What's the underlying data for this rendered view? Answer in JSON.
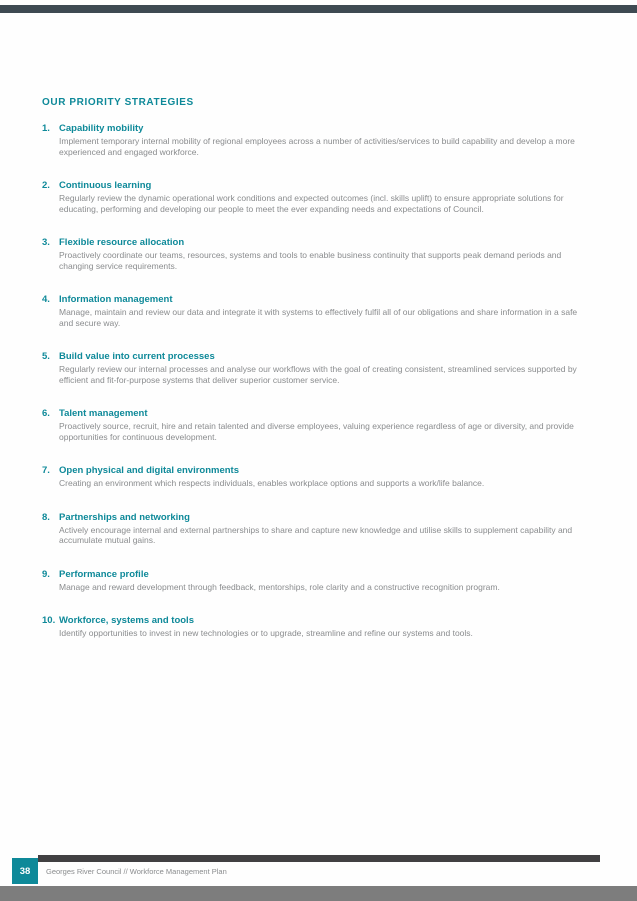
{
  "title": "OUR PRIORITY STRATEGIES",
  "items": [
    {
      "num": "1.",
      "heading": "Capability mobility",
      "body": "Implement temporary internal mobility of regional employees across a number of activities/services to build capability and develop a more experienced and engaged workforce."
    },
    {
      "num": "2.",
      "heading": "Continuous learning",
      "body": "Regularly review the dynamic operational work conditions and expected outcomes (incl. skills uplift) to ensure appropriate solutions for educating, performing and developing our people to meet the ever expanding needs and expectations of Council."
    },
    {
      "num": "3.",
      "heading": "Flexible resource allocation",
      "body": "Proactively coordinate our teams, resources, systems and tools to enable business continuity that supports peak demand periods and changing service requirements."
    },
    {
      "num": "4.",
      "heading": "Information management",
      "body": "Manage, maintain and review our data and integrate it with systems to effectively fulfil all of our obligations and share information in a safe and secure way."
    },
    {
      "num": "5.",
      "heading": "Build value into current processes",
      "body": "Regularly review our internal processes and analyse our workflows with the goal of creating consistent, streamlined services supported by efficient and fit-for-purpose systems that deliver superior customer service."
    },
    {
      "num": "6.",
      "heading": "Talent management",
      "body": "Proactively source, recruit, hire and retain talented and diverse employees, valuing experience regardless of age or diversity, and provide opportunities for continuous development."
    },
    {
      "num": "7.",
      "heading": "Open physical and digital environments",
      "body": "Creating an environment which respects individuals, enables workplace options and supports a work/life balance."
    },
    {
      "num": "8.",
      "heading": "Partnerships and networking",
      "body": "Actively encourage internal and external partnerships to share and capture new knowledge and utilise skills to supplement capability and accumulate mutual gains."
    },
    {
      "num": "9.",
      "heading": "Performance profile",
      "body": "Manage and reward development through feedback, mentorships, role clarity and a constructive recognition program."
    },
    {
      "num": "10.",
      "heading": "Workforce, systems and tools",
      "body": "Identify opportunities to invest in new technologies or to upgrade, streamline and refine our systems and tools."
    }
  ],
  "footer": {
    "page_number": "38",
    "text": "Georges River Council // Workforce Management Plan"
  },
  "colors": {
    "accent": "#0e8999",
    "top_bar": "#3e4a52",
    "footer_bar": "#414042",
    "body_text": "#8a8c8e",
    "background": "#7d7d7d"
  }
}
